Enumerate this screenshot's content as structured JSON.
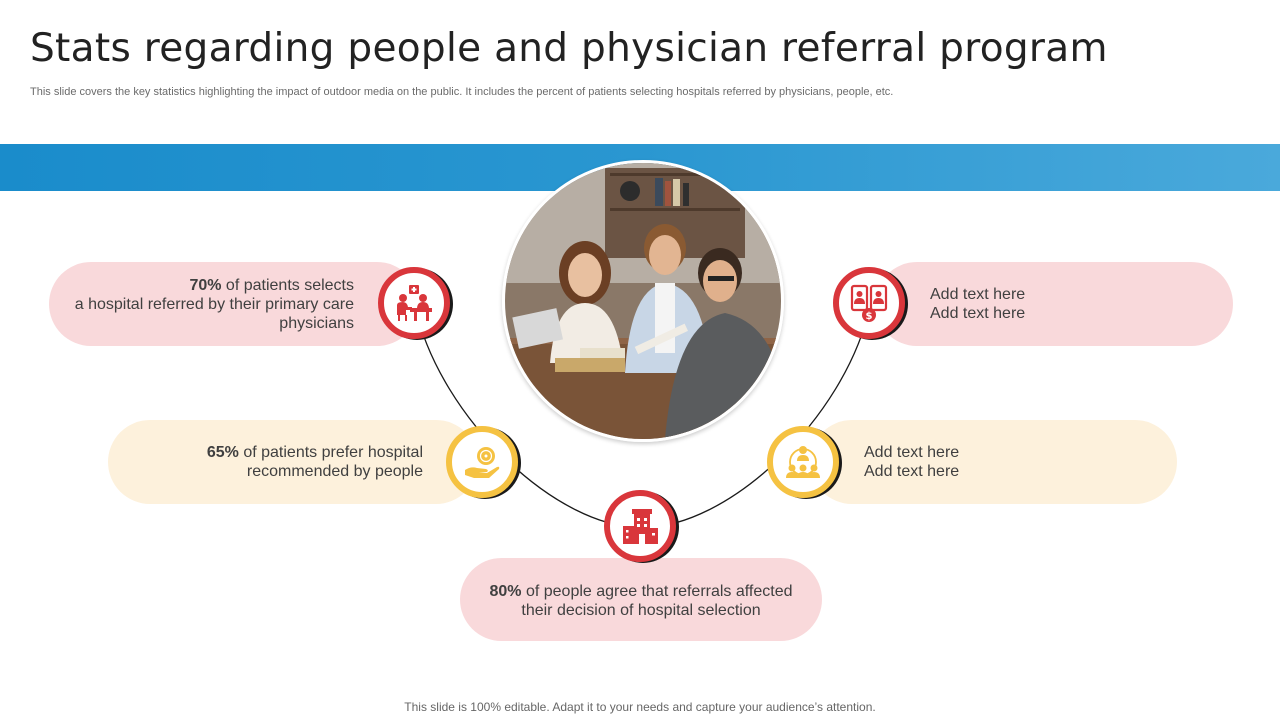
{
  "slide": {
    "title": "Stats regarding people and physician referral program",
    "subtitle": "This slide covers the key statistics highlighting the impact of outdoor media on the public. It includes the percent of patients selecting hospitals referred by physicians, people, etc.",
    "footer": "This slide is 100% editable. Adapt it to your needs and capture your audience’s attention."
  },
  "colors": {
    "band": "#1a8ccb",
    "red": "#d9363b",
    "yellow": "#f5c242",
    "pink_bg": "#f9d9db",
    "cream_bg": "#fdf1dc"
  },
  "stats": [
    {
      "value": "70%",
      "line1": " of patients selects",
      "line2": "a hospital referred by their primary care",
      "line3": "physicians",
      "icon": "doctor-consultation-icon"
    },
    {
      "value": "65%",
      "line1": " of patients prefer hospital",
      "line2": "recommended by people",
      "icon": "hand-coin-icon"
    },
    {
      "value": "80%",
      "line1": " of people agree that referrals affected",
      "line2": "their decision of hospital selection",
      "icon": "hospital-building-icon"
    },
    {
      "line1": "Add text here",
      "line2": "Add text here",
      "icon": "paid-referral-phones-icon"
    },
    {
      "line1": "Add text here",
      "line2": "Add text here",
      "icon": "group-network-icon"
    }
  ],
  "photo": {
    "subject": "people-discussing-at-table-photo"
  }
}
